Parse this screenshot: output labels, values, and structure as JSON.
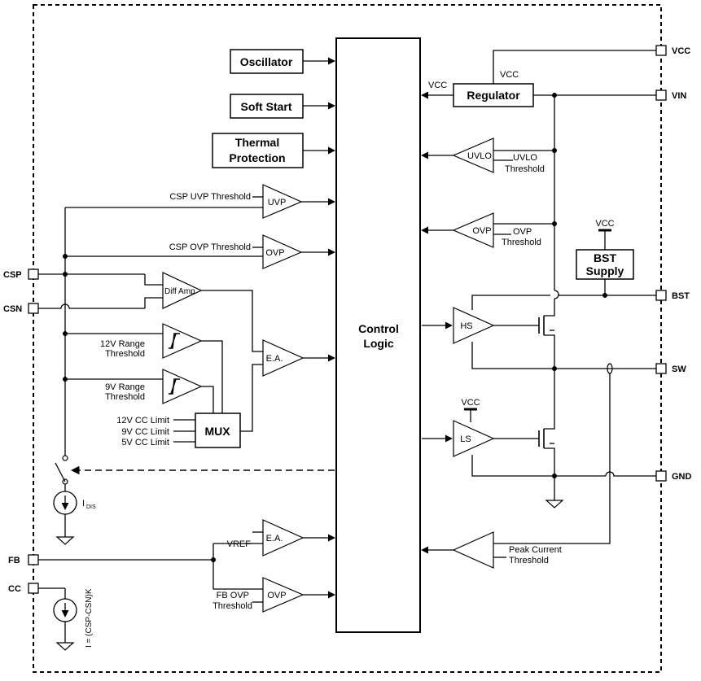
{
  "blocks": {
    "oscillator": "Oscillator",
    "soft_start": "Soft Start",
    "thermal_line1": "Thermal",
    "thermal_line2": "Protection",
    "control_line1": "Control",
    "control_line2": "Logic",
    "regulator": "Regulator",
    "bst_supply_line1": "BST",
    "bst_supply_line2": "Supply",
    "mux": "MUX"
  },
  "pins": {
    "vcc": "VCC",
    "vin": "VIN",
    "bst": "BST",
    "sw": "SW",
    "gnd": "GND",
    "csp": "CSP",
    "csn": "CSN",
    "fb": "FB",
    "cc": "CC"
  },
  "amplifiers": {
    "uvp": "UVP",
    "ovp": "OVP",
    "diff_amp": "Diff Amp",
    "ea": "E.A.",
    "uvlo": "UVLO",
    "hs": "HS",
    "ls": "LS"
  },
  "labels": {
    "csp_uvp_threshold": "CSP UVP Threshold",
    "csp_ovp_threshold": "CSP OVP Threshold",
    "range12_line1": "12V Range",
    "range12_line2": "Threshold",
    "range9_line1": "9V Range",
    "range9_line2": "Threshold",
    "cc12": "12V CC Limit",
    "cc9": "9V CC Limit",
    "cc5": "5V CC Limit",
    "vref": "VREF",
    "fb_ovp_line1": "FB OVP",
    "fb_ovp_line2": "Threshold",
    "vcc_reg_top": "VCC",
    "vcc_reg_left": "VCC",
    "vcc_bst": "VCC",
    "vcc_ls": "VCC",
    "uvlo_th_line1": "UVLO",
    "uvlo_th_line2": "Threshold",
    "ovp_th_line1": "OVP",
    "ovp_th_line2": "Threshold",
    "peak_line1": "Peak Current",
    "peak_line2": "Threshold",
    "idis_main": "I",
    "idis_sub": "DIS",
    "cc_current": "I = (CSP-CSN)K"
  }
}
